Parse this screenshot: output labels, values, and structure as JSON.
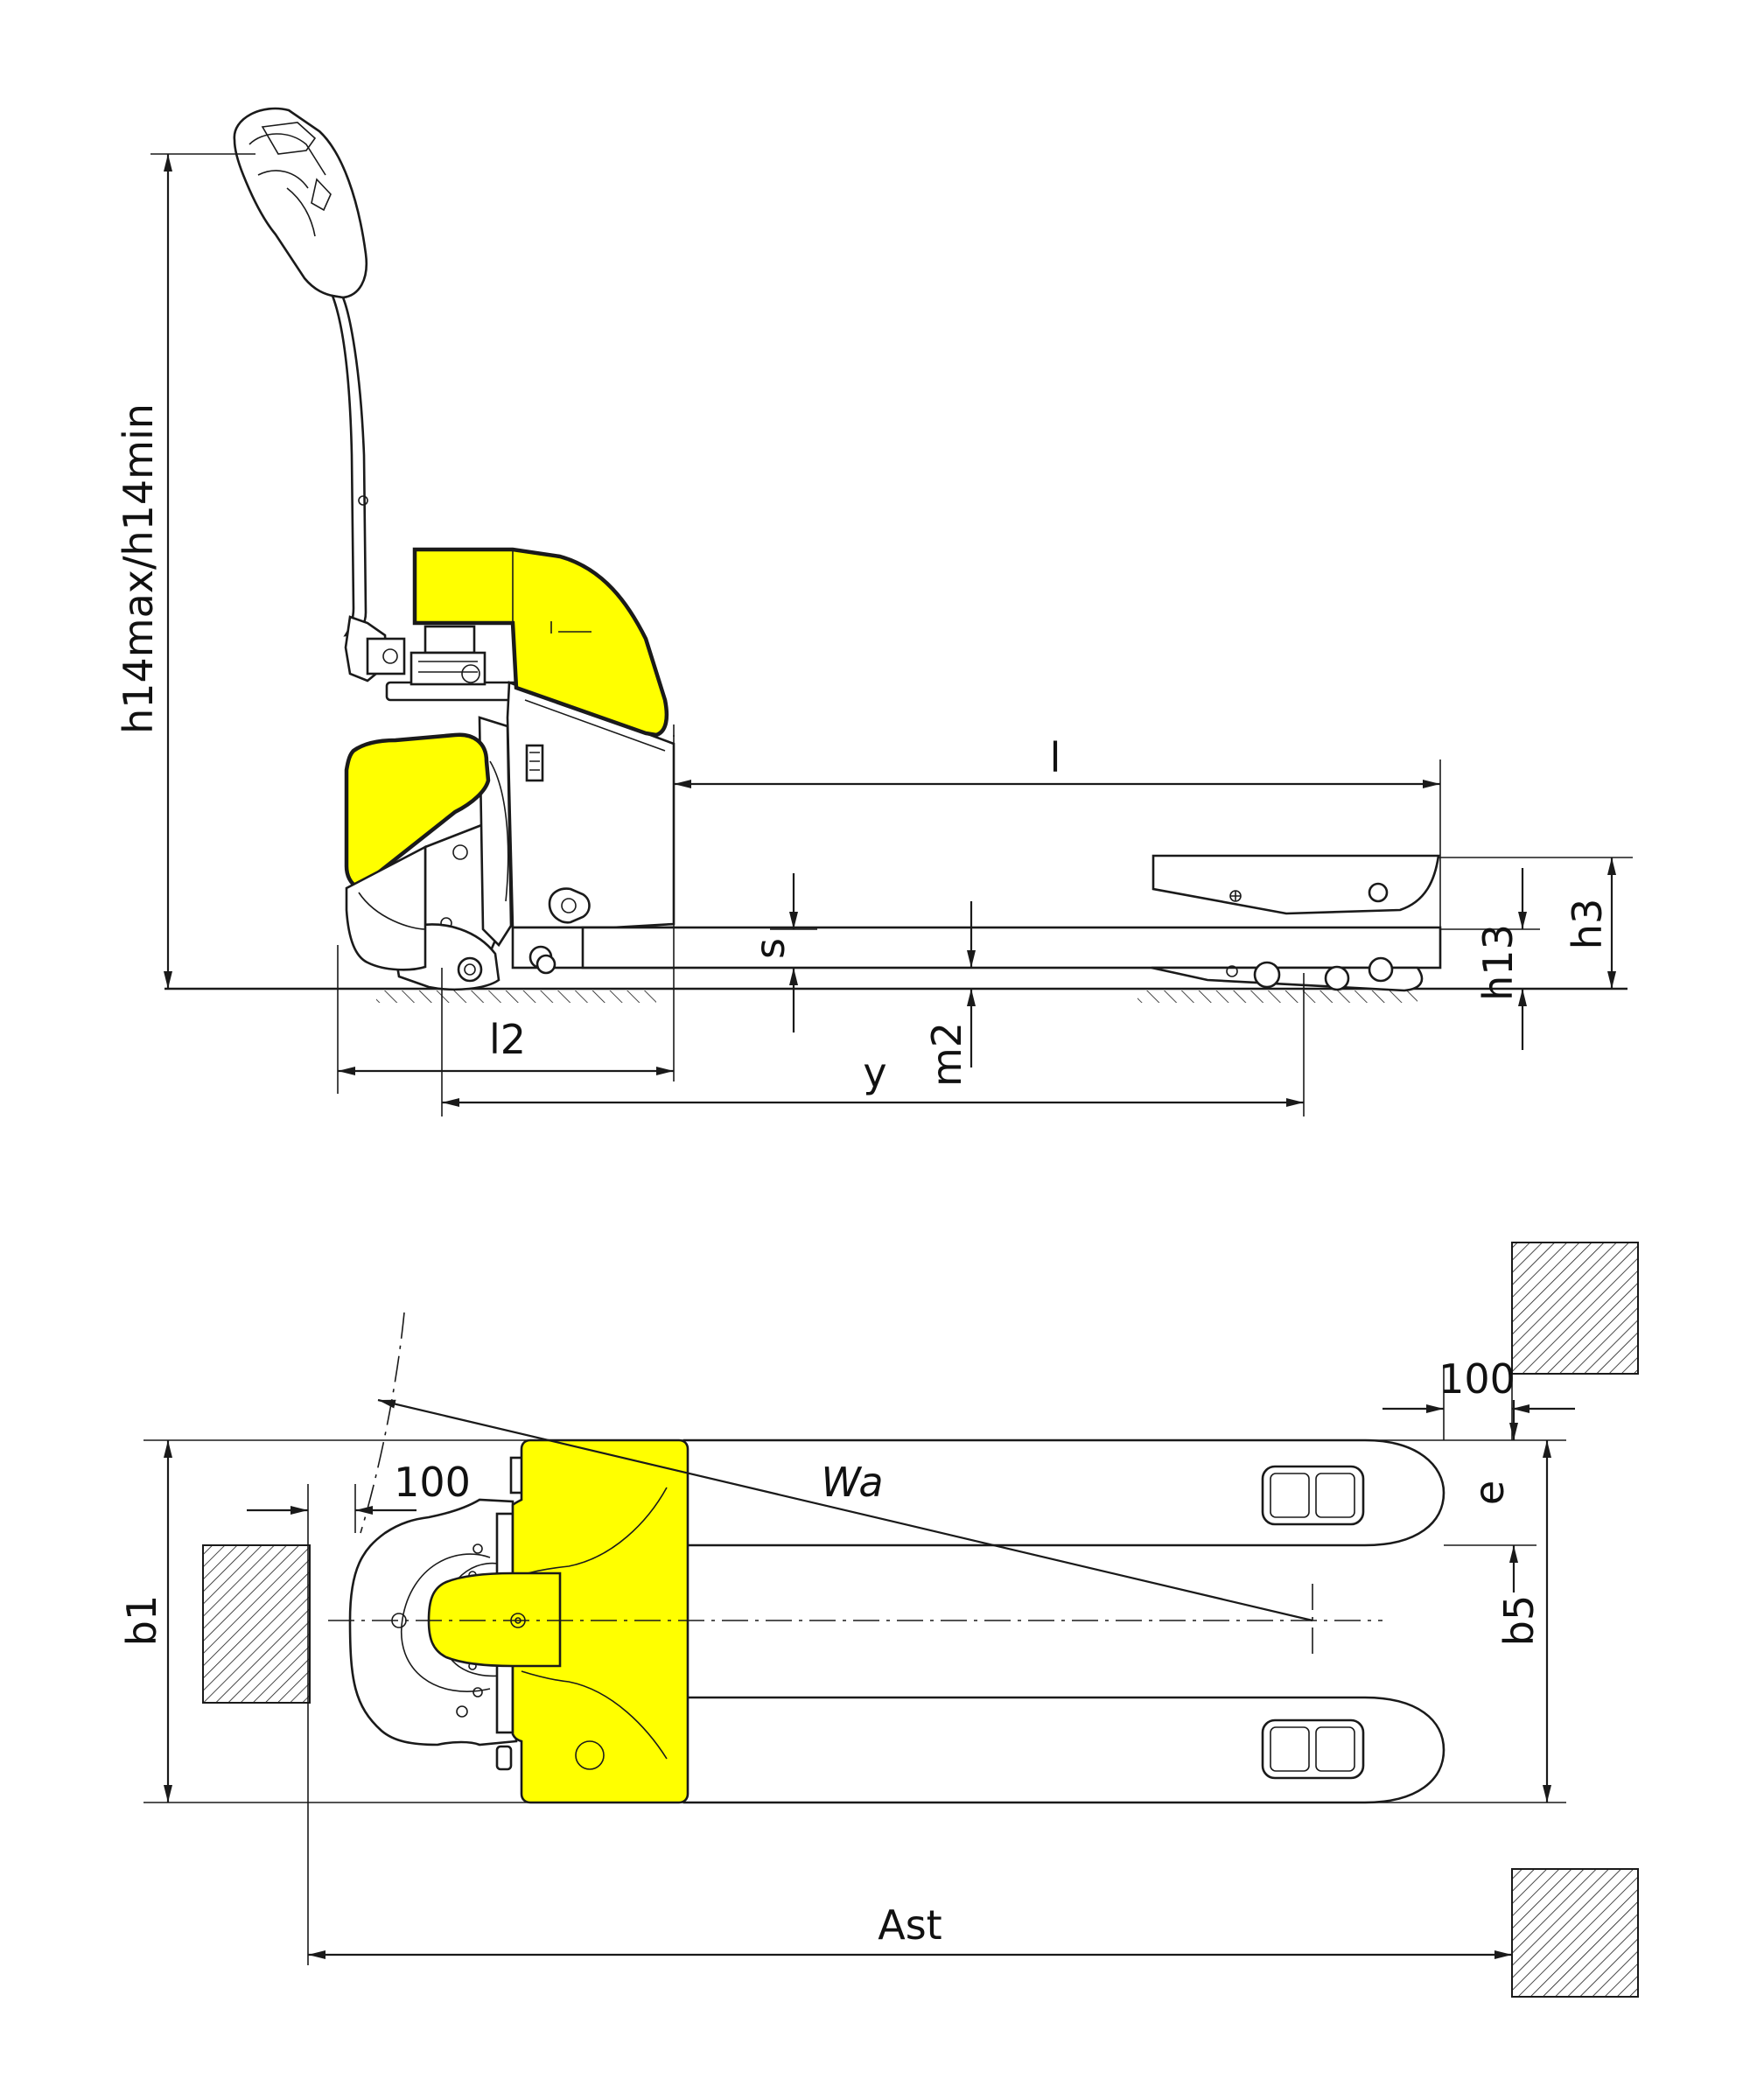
{
  "side_view": {
    "labels": {
      "height": "h14max/h14min",
      "length": "l",
      "l2": "l2",
      "y": "y",
      "s": "s",
      "m2": "m2",
      "h13": "h13",
      "h3": "h3"
    }
  },
  "top_view": {
    "labels": {
      "b1": "b1",
      "b5": "b5",
      "e": "e",
      "wa": "Wa",
      "ast": "Ast",
      "clearance_left": "100",
      "clearance_right": "100"
    }
  },
  "colors": {
    "accent": "#ffff00",
    "line": "#1a1a1a"
  }
}
